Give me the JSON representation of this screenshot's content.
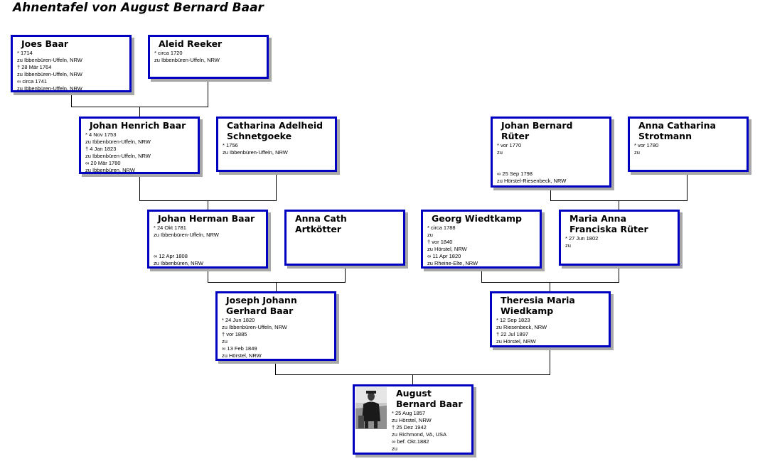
{
  "title": "Ahnentafel von August Bernard Baar",
  "persons": {
    "joes_baar": {
      "name": "Joes Baar",
      "info": "* 1714\nzu Ibbenbüren-Uffeln, NRW\n† 28 Mär 1764\nzu Ibbenbüren-Uffeln, NRW\n∞ circa 1741\nzu Ibbenbüren-Uffeln, NRW"
    },
    "aleid_reeker": {
      "name": "Aleid Reeker",
      "info": "* circa 1720\nzu Ibbenbüren-Uffeln, NRW"
    },
    "johan_henrich_baar": {
      "name": "Johan Henrich Baar",
      "info": "* 4 Nov 1753\nzu Ibbenbüren-Uffeln, NRW\n† 4 Jan 1823\nzu Ibbenbüren-Uffeln, NRW\n∞ 20 Mär 1780\nzu Ibbenbüren, NRW"
    },
    "catharina_schnetgoeke": {
      "name": "Catharina Adelheid\nSchnetgoeke",
      "info": "* 1756\nzu Ibbenbüren-Uffeln, NRW"
    },
    "johan_bernard_rueter": {
      "name": "Johan Bernard\nRüter",
      "info": "* vor 1770\nzu\n\n\n∞ 25 Sep 1798\nzu Hörstel-Riesenbeck, NRW"
    },
    "anna_catharina_strotmann": {
      "name": "Anna Catharina\nStrotmann",
      "info": "* vor 1780\nzu"
    },
    "johan_herman_baar": {
      "name": "Johan Herman Baar",
      "info": "* 24 Okt 1781\nzu Ibbenbüren-Uffeln, NRW\n\n\n∞ 12 Apr 1808\nzu Ibbenbüren, NRW"
    },
    "anna_cath_artkoetter": {
      "name": "Anna Cath\nArtkötter",
      "info": ""
    },
    "georg_wiedtkamp": {
      "name": "Georg Wiedtkamp",
      "info": "* circa 1788\nzu\n† vor 1840\nzu Hörstel, NRW\n∞ 11 Apr 1820\nzu Rheine-Elte, NRW"
    },
    "maria_anna_rueter": {
      "name": "Maria Anna\nFranciska Rüter",
      "info": "* 27 Jun 1802\nzu"
    },
    "joseph_johann_gerhard_baar": {
      "name": "Joseph Johann\nGerhard Baar",
      "info": "* 24 Jun 1820\nzu Ibbenbüren-Uffeln, NRW\n† vor 1885\nzu\n∞ 13 Feb 1849\nzu Hörstel, NRW"
    },
    "theresia_maria_wiedkamp": {
      "name": "Theresia Maria\nWiedkamp",
      "info": "* 12 Sep 1823\nzu Riesenbeck, NRW\n† 22 Jul 1897\nzu Hörstel, NRW"
    },
    "august_bernard_baar": {
      "name": "August\nBernard Baar",
      "info": "* 25 Aug 1857\nzu Hörstel, NRW\n† 25 Dez 1942\nzu Richmond, VA, USA\n∞ bef. Okt.1882\nzu"
    }
  },
  "colors": {
    "card_border": "#0000c0",
    "shadow": "#a8a8a8",
    "line": "#000000"
  }
}
